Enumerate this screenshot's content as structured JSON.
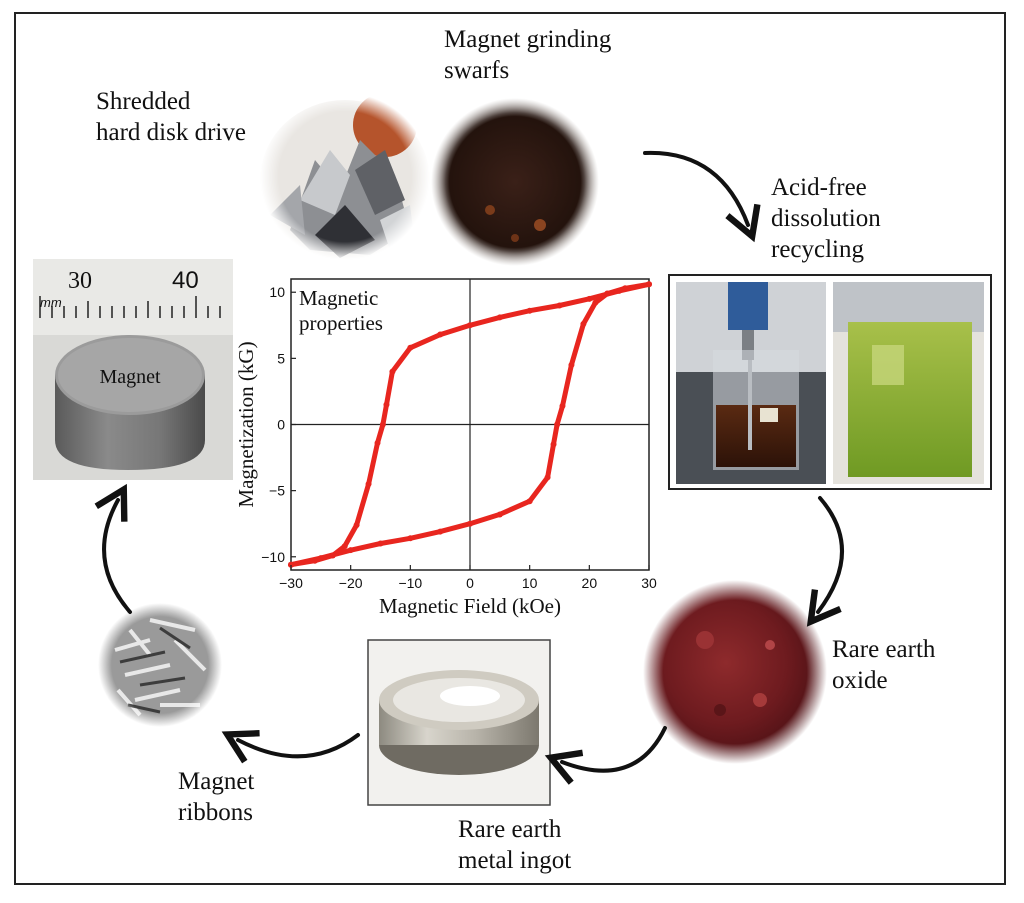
{
  "labels": {
    "shredded": "Shredded\nhard disk drive",
    "grinding": "Magnet grinding\nswarfs",
    "acid_free": "Acid-free\ndissolution\nrecycling",
    "rare_earth_oxide": "Rare earth\noxide",
    "ingot": "Rare earth\nmetal ingot",
    "ribbons": "Magnet\nribbons",
    "magnet": "Magnet",
    "ruler_30": "30",
    "ruler_40": "40",
    "ruler_mm": "mm"
  },
  "chart_data": {
    "type": "line",
    "title": "Magnetic\nproperties",
    "xlabel": "Magnetic Field (kOe)",
    "ylabel": "Magnetization (kG)",
    "xlim": [
      -30,
      30
    ],
    "ylim": [
      -11,
      11
    ],
    "xticks": [
      -30,
      -20,
      -10,
      0,
      10,
      20,
      30
    ],
    "yticks": [
      -10,
      -5,
      0,
      5,
      10
    ],
    "zero_lines": true,
    "series": [
      {
        "color": "#e8261f",
        "x": [
          30,
          26,
          23,
          21,
          19,
          17,
          15.5,
          14.6,
          14,
          13,
          10,
          5,
          0,
          -5,
          -10,
          -15,
          -20,
          -25,
          -30
        ],
        "y": [
          10.6,
          10.3,
          9.9,
          9.2,
          7.6,
          4.5,
          1.4,
          0,
          -1.5,
          -4,
          -5.8,
          -6.8,
          -7.5,
          -8.1,
          -8.6,
          -9.0,
          -9.5,
          -10.1,
          -10.6
        ]
      },
      {
        "color": "#e8261f",
        "x": [
          -30,
          -26,
          -23,
          -21,
          -19,
          -17,
          -15.5,
          -14.6,
          -14,
          -13,
          -10,
          -5,
          0,
          5,
          10,
          15,
          20,
          25,
          30
        ],
        "y": [
          -10.6,
          -10.3,
          -9.9,
          -9.2,
          -7.6,
          -4.5,
          -1.4,
          0,
          1.5,
          4,
          5.8,
          6.8,
          7.5,
          8.1,
          8.6,
          9.0,
          9.5,
          10.1,
          10.6
        ]
      }
    ]
  }
}
